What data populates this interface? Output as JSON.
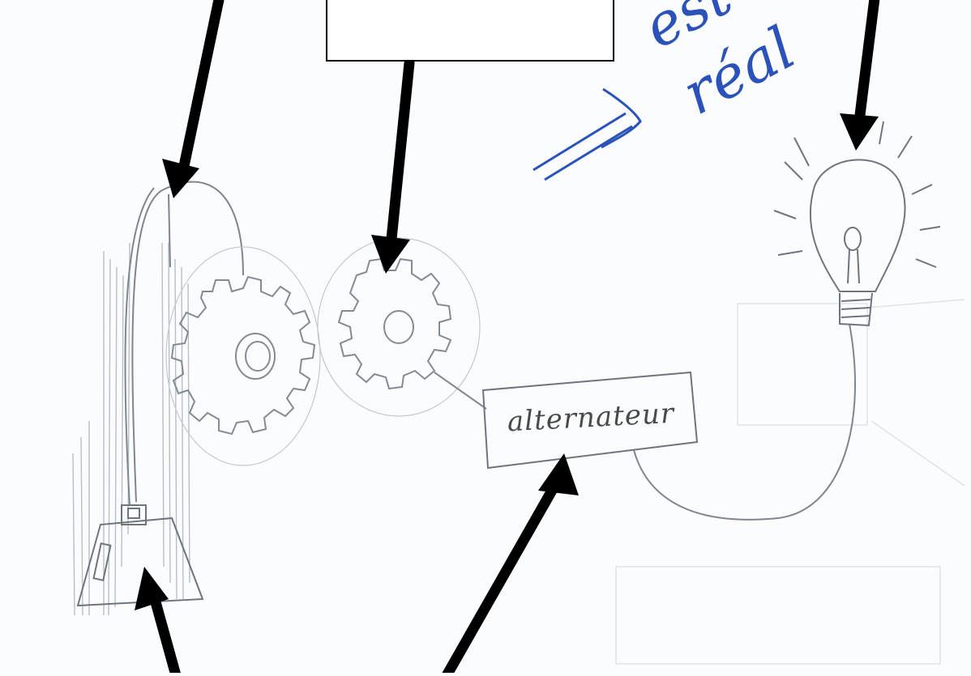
{
  "labels": {
    "alternator": "alternateur",
    "note_line1": "est",
    "note_line2": "réal"
  },
  "answer_box": {
    "text": ""
  },
  "colors": {
    "pencil": "#8a8a8a",
    "ink_blue": "#2b52b8",
    "arrow": "#000000",
    "paper": "#fbfcfd"
  }
}
